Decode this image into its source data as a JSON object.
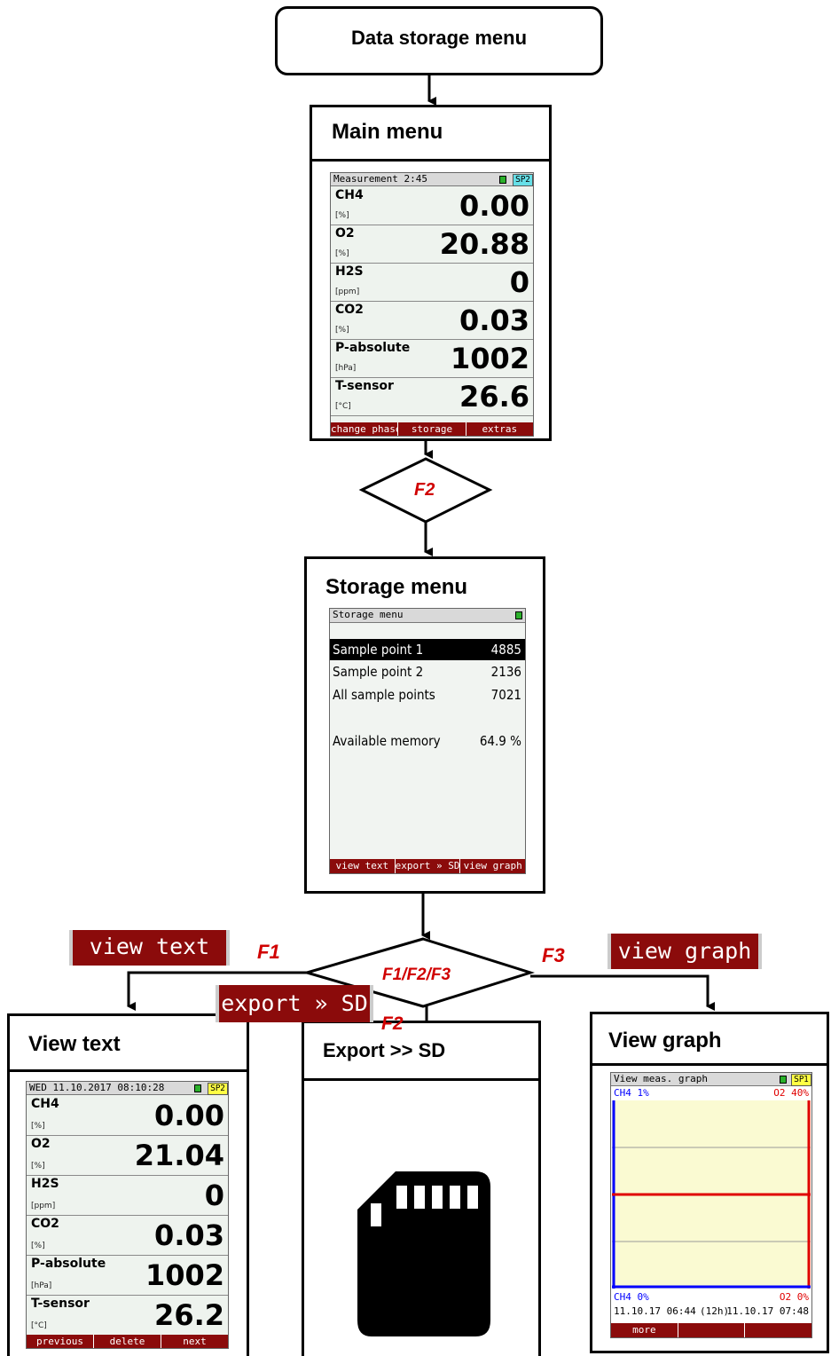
{
  "start": {
    "title": "Data storage menu"
  },
  "main_menu": {
    "title": "Main menu",
    "screen": {
      "header": "Measurement  2:45",
      "badge": "SP2",
      "rows": [
        {
          "gas": "CH4",
          "unit": "[%]",
          "value": "0.00"
        },
        {
          "gas": "O2",
          "unit": "[%]",
          "value": "20.88"
        },
        {
          "gas": "H2S",
          "unit": "[ppm]",
          "value": "0"
        },
        {
          "gas": "CO2",
          "unit": "[%]",
          "value": "0.03"
        },
        {
          "gas": "P-absolute",
          "unit": "[hPa]",
          "value": "1002"
        },
        {
          "gas": "T-sensor",
          "unit": "[°C]",
          "value": "26.6"
        }
      ],
      "softkeys": [
        "change phase",
        "storage",
        "extras"
      ]
    }
  },
  "decision1": {
    "label": "F2"
  },
  "storage_menu": {
    "title": "Storage menu",
    "screen": {
      "header": "Storage menu",
      "items": [
        {
          "label": "Sample point 1",
          "value": "4885"
        },
        {
          "label": "Sample point 2",
          "value": "2136"
        },
        {
          "label": "All sample points",
          "value": "7021"
        }
      ],
      "memory": {
        "label": "Available memory",
        "value": "64.9 %"
      },
      "softkeys": [
        "view text",
        "export » SD",
        "view graph"
      ]
    }
  },
  "decision2": {
    "label": "F1/F2/F3"
  },
  "branch_labels": {
    "f1": "F1",
    "f2": "F2",
    "f3": "F3"
  },
  "buttons": {
    "view_text": "view text",
    "export_sd": "export » SD",
    "view_graph": "view graph"
  },
  "view_text": {
    "title": "View text",
    "screen": {
      "header": "WED  11.10.2017  08:10:28",
      "badge": "SP2",
      "rows": [
        {
          "gas": "CH4",
          "unit": "[%]",
          "value": "0.00"
        },
        {
          "gas": "O2",
          "unit": "[%]",
          "value": "21.04"
        },
        {
          "gas": "H2S",
          "unit": "[ppm]",
          "value": "0"
        },
        {
          "gas": "CO2",
          "unit": "[%]",
          "value": "0.03"
        },
        {
          "gas": "P-absolute",
          "unit": "[hPa]",
          "value": "1002"
        },
        {
          "gas": "T-sensor",
          "unit": "[°C]",
          "value": "26.2"
        }
      ],
      "softkeys": [
        "previous",
        "delete",
        "next"
      ]
    }
  },
  "export_sd": {
    "title": "Export >> SD",
    "icon": "sd-card-icon"
  },
  "view_graph": {
    "title": "View graph",
    "screen": {
      "header": "View meas. graph",
      "badge": "SP1",
      "top_left": "CH4 1%",
      "top_right": "O2 40%",
      "bottom_left": "CH4 0%",
      "bottom_right": "O2 0%",
      "time_start": "11.10.17 06:44",
      "time_span": "(12h)",
      "time_end": "11.10.17 07:48",
      "softkeys": [
        "more",
        "",
        ""
      ],
      "colors": {
        "ch4": "#0000ff",
        "o2": "#e00000",
        "plot_bg": "#fafad2"
      }
    }
  }
}
